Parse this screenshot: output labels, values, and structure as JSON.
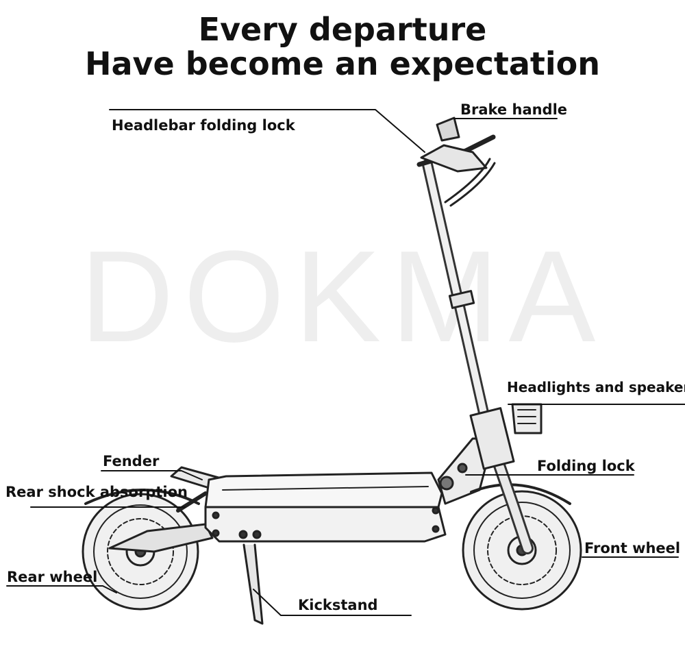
{
  "title": {
    "line1": "Every departure",
    "line2": "Have become an expectation"
  },
  "watermark": "DOKMA",
  "labels": {
    "headlebar_folding_lock": "Headlebar folding lock",
    "brake_handle": "Brake handle",
    "headlights_and_speakers": "Headlights and speakers",
    "folding_lock": "Folding lock",
    "fender": "Fender",
    "rear_shock_absorption": "Rear shock absorption",
    "front_wheel": "Front wheel",
    "rear_wheel": "Rear wheel",
    "kickstand": "Kickstand"
  },
  "colors": {
    "ink": "#111111",
    "watermark": "#eeeeee",
    "frame_fill": "#f2f2f2"
  }
}
